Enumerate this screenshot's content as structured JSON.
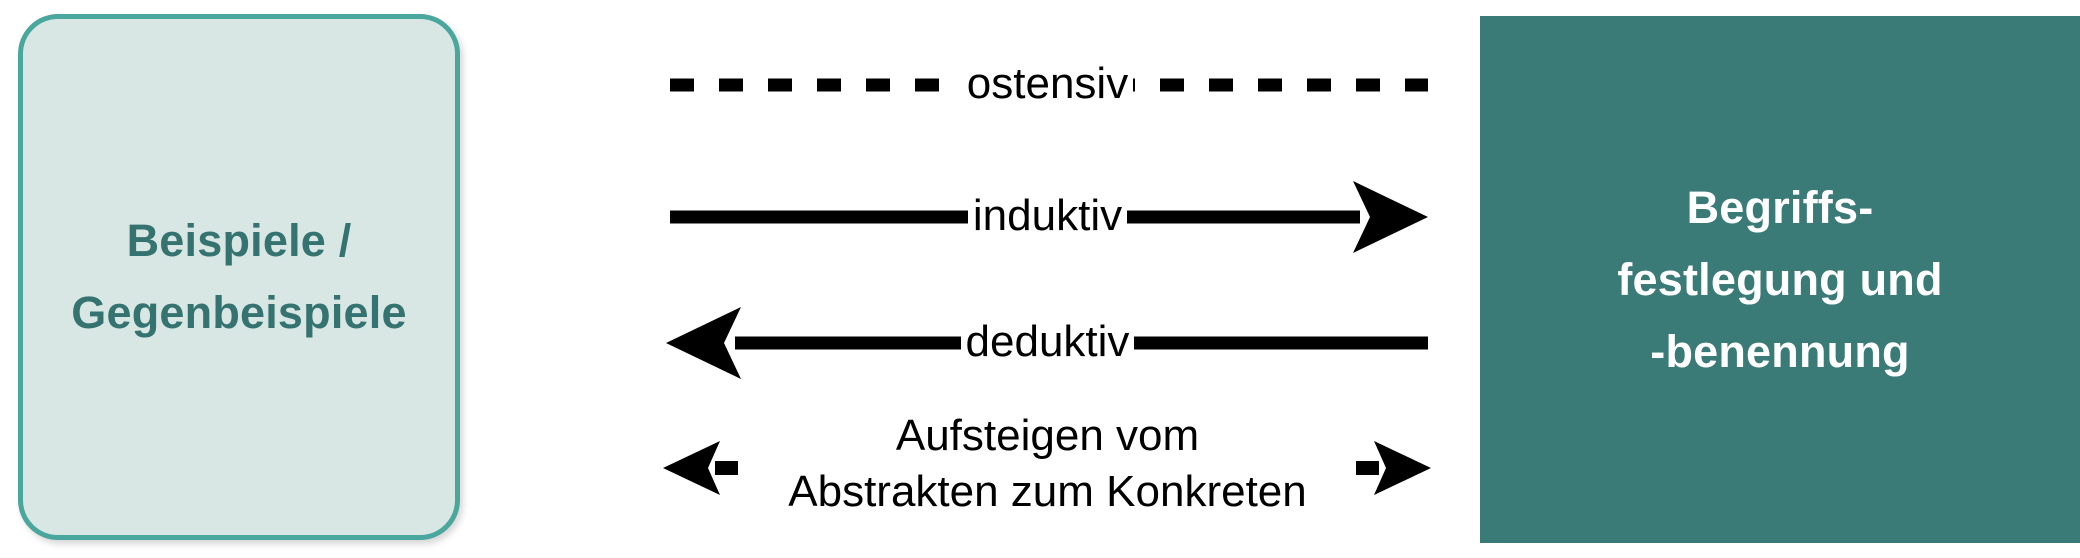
{
  "left_box": {
    "line1": "Beispiele /",
    "line2": "Gegenbeispiele",
    "fill_color": "#d9e7e4",
    "border_color": "#49a79d",
    "text_color": "#34736f"
  },
  "right_box": {
    "line1": "Begriffs-",
    "line2": "festlegung und",
    "line3": "-benennung",
    "fill_color": "#3a7b78",
    "text_color": "#ffffff"
  },
  "connectors": [
    {
      "label": "ostensiv",
      "style": "dashed",
      "direction": "none",
      "color": "#000000"
    },
    {
      "label": "induktiv",
      "style": "solid",
      "direction": "right",
      "color": "#000000"
    },
    {
      "label": "deduktiv",
      "style": "solid",
      "direction": "left",
      "color": "#000000"
    },
    {
      "label_line1": "Aufsteigen vom",
      "label_line2": "Abstrakten zum Konkreten",
      "style": "arrows-only",
      "direction": "both",
      "color": "#000000"
    }
  ]
}
